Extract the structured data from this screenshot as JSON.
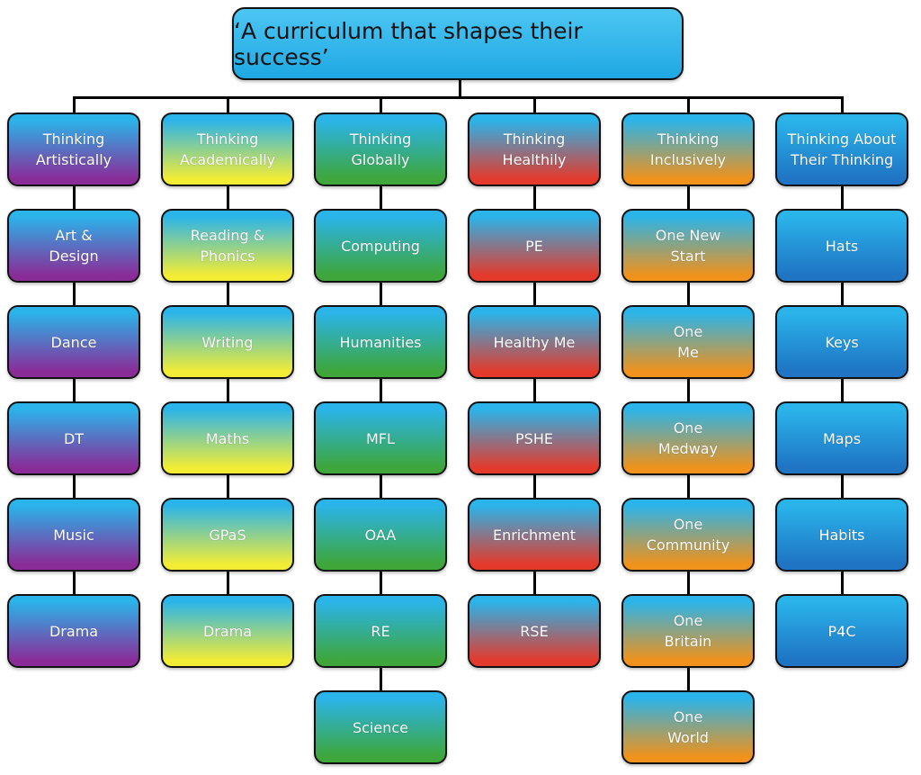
{
  "title": "‘A curriculum that shapes their success’",
  "title_color": "#1fa8e3",
  "columns": [
    {
      "heading": "Thinking\nArtistically",
      "items": [
        "Art &\nDesign",
        "Dance",
        "DT",
        "Music",
        "Drama"
      ],
      "top_color": "#2ab4ea",
      "bottom_color": "#8a2c98"
    },
    {
      "heading": "Thinking\nAcademically",
      "items": [
        "Reading &\nPhonics",
        "Writing",
        "Maths",
        "GPaS",
        "Drama"
      ],
      "top_color": "#2ab4ea",
      "bottom_color": "#f2ec35"
    },
    {
      "heading": "Thinking\nGlobally",
      "items": [
        "Computing",
        "Humanities",
        "MFL",
        "OAA",
        "RE",
        "Science"
      ],
      "top_color": "#2ab4ea",
      "bottom_color": "#3ea63a"
    },
    {
      "heading": "Thinking\nHealthily",
      "items": [
        "PE",
        "Healthy Me",
        "PSHE",
        "Enrichment",
        "RSE"
      ],
      "top_color": "#2ab4ea",
      "bottom_color": "#e43a2c"
    },
    {
      "heading": "Thinking\nInclusively",
      "items": [
        "One New\nStart",
        "One\nMe",
        "One\nMedway",
        "One\nCommunity",
        "One\nBritain",
        "One\nWorld"
      ],
      "top_color": "#2ab4ea",
      "bottom_color": "#f0921b"
    },
    {
      "heading": "Thinking About\nTheir Thinking",
      "items": [
        "Hats",
        "Keys",
        "Maps",
        "Habits",
        "P4C"
      ],
      "top_color": "#2ab4ea",
      "bottom_color": "#1f74c4"
    }
  ]
}
